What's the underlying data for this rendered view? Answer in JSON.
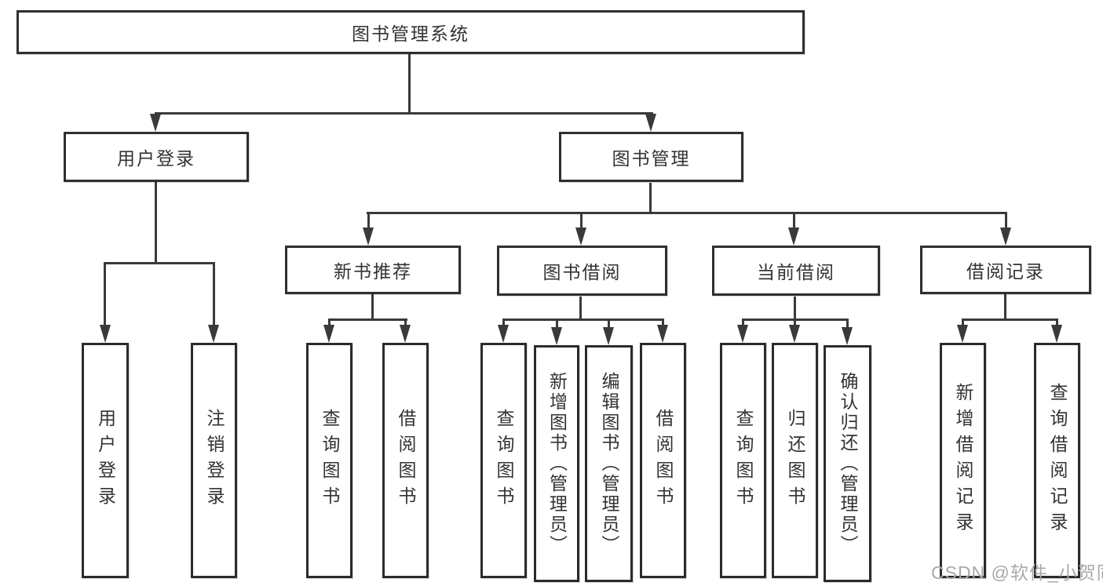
{
  "root": {
    "label": "图书管理系统"
  },
  "level2": {
    "user_login": "用户登录",
    "book_mgmt": "图书管理"
  },
  "level3": {
    "new_book": "新书推荐",
    "book_borrow": "图书借阅",
    "current_borrow": "当前借阅",
    "borrow_records": "借阅记录"
  },
  "leaves": {
    "user": [
      "用户登录",
      "注销登录"
    ],
    "new_book": [
      "查询图书",
      "借阅图书"
    ],
    "book_borrow": [
      "查询图书",
      "新增图书（管理员）",
      "编辑图书（管理员）",
      "借阅图书"
    ],
    "current_borrow": [
      "查询图书",
      "归还图书",
      "确认归还（管理员）"
    ],
    "borrow_records": [
      "新增借阅记录",
      "查询借阅记录"
    ]
  },
  "watermark": "CSDN @软件_小贺同学",
  "colors": {
    "line": "#3a3a3a",
    "border": "#2f2f2f",
    "text": "#333333",
    "watermark": "#a9a9a9",
    "background": "#ffffff"
  }
}
